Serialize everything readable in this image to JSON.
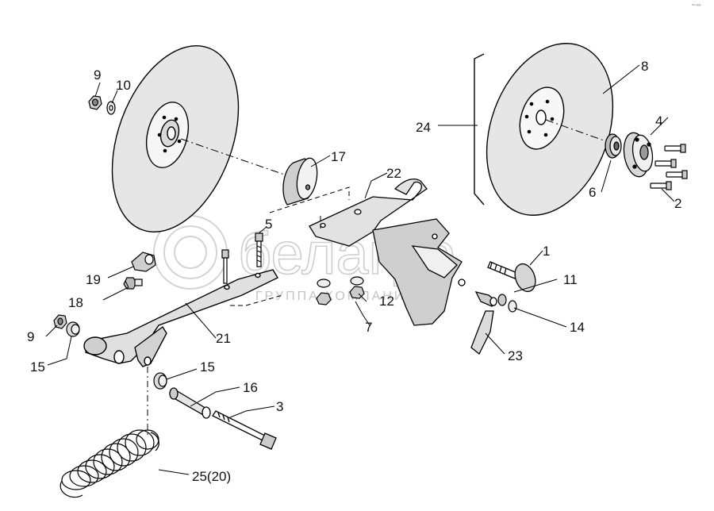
{
  "drawing": {
    "corner_mark": "°° ⁰⁰⁰",
    "watermark": {
      "brand": "белагро",
      "subtitle": "ГРУППА КОМПАНИЙ"
    },
    "callouts": [
      {
        "id": "c1",
        "label": "1"
      },
      {
        "id": "c2",
        "label": "2"
      },
      {
        "id": "c3",
        "label": "3"
      },
      {
        "id": "c4",
        "label": "4"
      },
      {
        "id": "c5",
        "label": "5"
      },
      {
        "id": "c6",
        "label": "6"
      },
      {
        "id": "c7",
        "label": "7"
      },
      {
        "id": "c8",
        "label": "8"
      },
      {
        "id": "c9a",
        "label": "9"
      },
      {
        "id": "c9b",
        "label": "9"
      },
      {
        "id": "c10",
        "label": "10"
      },
      {
        "id": "c11",
        "label": "11"
      },
      {
        "id": "c12",
        "label": "12"
      },
      {
        "id": "c14",
        "label": "14"
      },
      {
        "id": "c15a",
        "label": "15"
      },
      {
        "id": "c15b",
        "label": "15"
      },
      {
        "id": "c16",
        "label": "16"
      },
      {
        "id": "c17",
        "label": "17"
      },
      {
        "id": "c18",
        "label": "18"
      },
      {
        "id": "c19",
        "label": "19"
      },
      {
        "id": "c21",
        "label": "21"
      },
      {
        "id": "c22",
        "label": "22"
      },
      {
        "id": "c23",
        "label": "23"
      },
      {
        "id": "c24",
        "label": "24"
      },
      {
        "id": "c25",
        "label": "25(20)"
      }
    ]
  }
}
